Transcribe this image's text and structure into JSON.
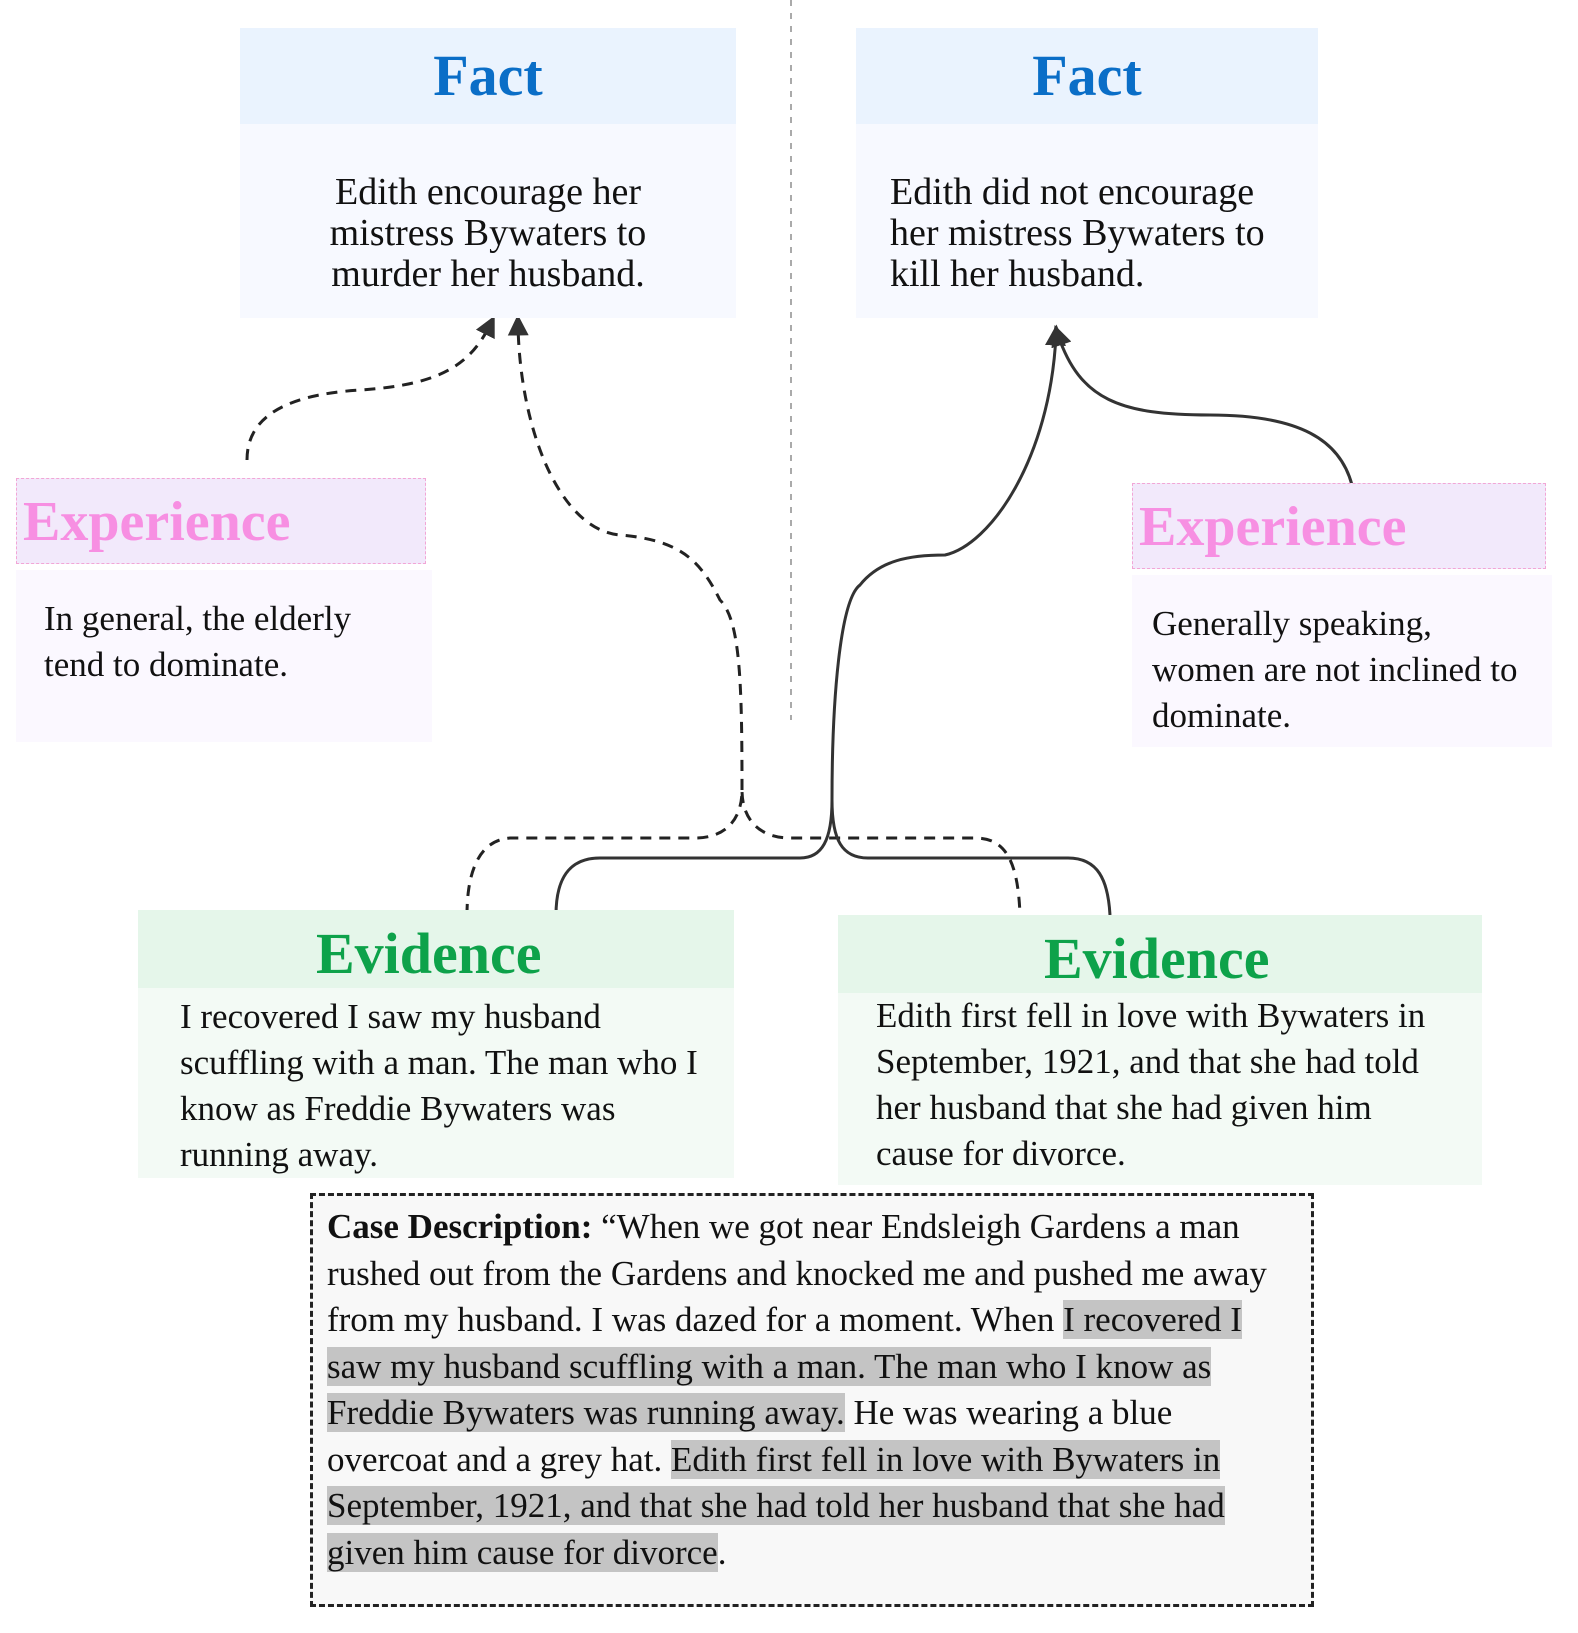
{
  "left": {
    "fact": {
      "title": "Fact",
      "text": "Edith encourage her mistress Bywaters to murder her husband."
    },
    "experience": {
      "title": "Experience",
      "text": "In general, the elderly tend to dominate."
    },
    "evidence": {
      "title": "Evidence",
      "text": "I recovered I saw my husband scuffling with a man. The man who I know as Freddie Bywaters was running away."
    }
  },
  "right": {
    "fact": {
      "title": "Fact",
      "text": "Edith did not encourage her mistress Bywaters to kill her husband."
    },
    "experience": {
      "title": "Experience",
      "text": "Generally speaking, women are not inclined to dominate."
    },
    "evidence": {
      "title": "Evidence",
      "text": "Edith first fell in love with Bywaters in September, 1921, and that she had told her husband that she had given him cause for divorce."
    }
  },
  "case": {
    "label": "Case Description:",
    "part1": " “When we got near Endsleigh Gardens a man rushed out from the Gardens and knocked me and pushed me away from my husband. I was dazed for a moment. When ",
    "highlight1": "I recovered I saw my husband scuffling with a man. The man who I know as Freddie Bywaters was running away.",
    "part2": " He was wearing a blue overcoat and a grey hat. ",
    "highlight2": "Edith first fell in love with Bywaters in September, 1921, and that she had told her husband that she had given him cause for divorce",
    "part3": "."
  },
  "colors": {
    "fact_title": "#0a6ec7",
    "experience_title": "#f78fe2",
    "evidence_title": "#0da24a",
    "highlight": "#c4c4c4"
  }
}
